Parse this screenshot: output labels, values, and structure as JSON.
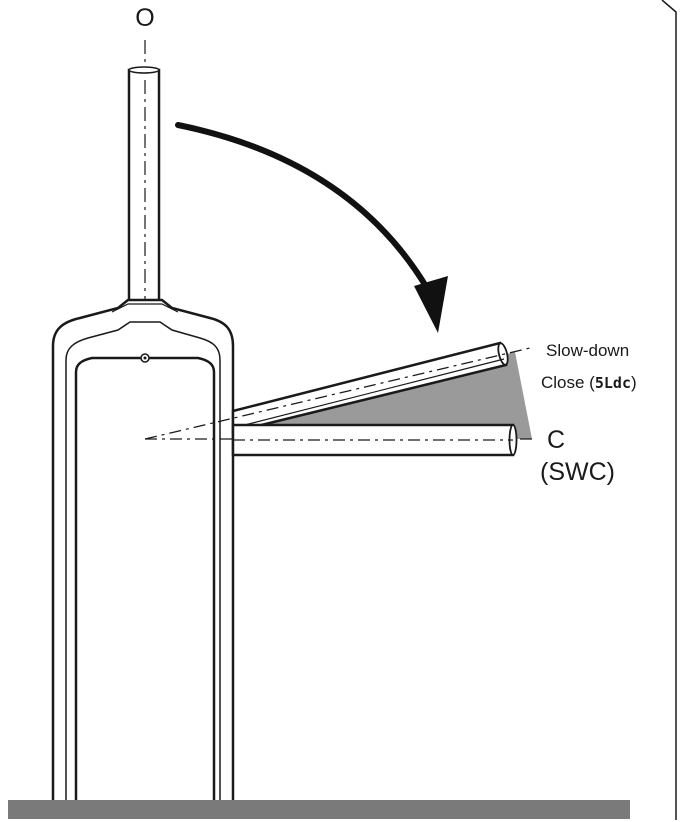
{
  "labels": {
    "open_position": "O",
    "close_position": "C",
    "close_code": "(SWC)",
    "slowdown_line1": "Slow-down",
    "slowdown_line2_prefix": "Close (",
    "slowdown_code": "5Ldc",
    "slowdown_line2_suffix": ")"
  },
  "colors": {
    "line": "#1a1a1a",
    "slowdown_zone": "#9a9a9a",
    "ground": "#7a7a7a",
    "background": "#ffffff"
  },
  "icons": {
    "direction_arrow": "curved-arrow-down-right",
    "barrier_cabinet": "barrier-body",
    "ground": "floor-bar"
  }
}
